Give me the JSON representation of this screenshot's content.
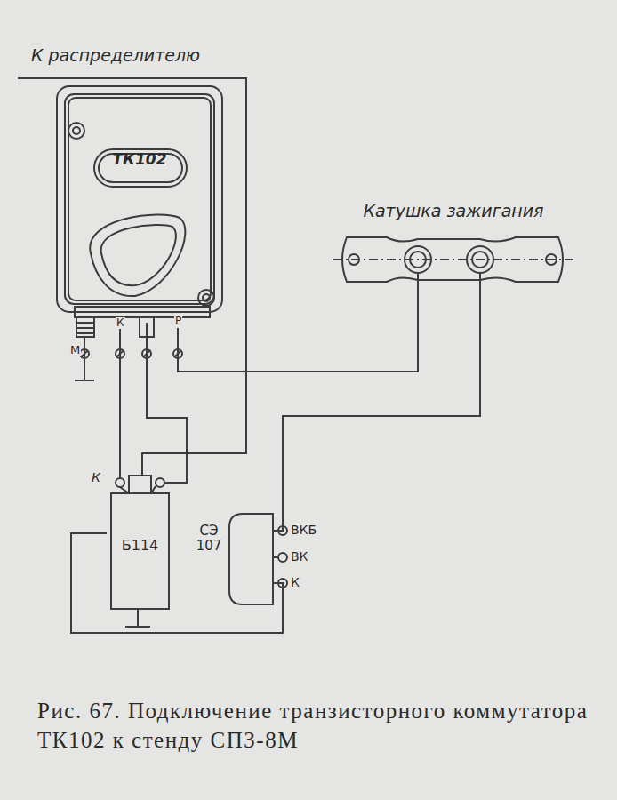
{
  "diagram": {
    "caption": "Рис. 67. Подключение транзисторного коммутатора ТК102 к стенду СПЗ-8М",
    "nodes": [
      {
        "text": [
          "ТК102"
        ]
      },
      {
        "text": [
          "Катушка зажигания"
        ]
      },
      {
        "text": [
          "Б114"
        ]
      },
      {
        "text": [
          "СЭ 107"
        ]
      }
    ],
    "edges": [
      {
        "from": 0,
        "to": 2,
        "arrow": "none"
      },
      {
        "from": 0,
        "to": 2,
        "arrow": "none"
      },
      {
        "from": 0,
        "to": 1,
        "arrow": "none"
      },
      {
        "from": 1,
        "to": 3,
        "arrow": "none"
      },
      {
        "from": 2,
        "to": 3,
        "arrow": "none"
      }
    ],
    "labels": [
      "К распределителю",
      "М",
      "К",
      "Р",
      "К",
      "ВКБ",
      "ВК",
      "К"
    ]
  }
}
